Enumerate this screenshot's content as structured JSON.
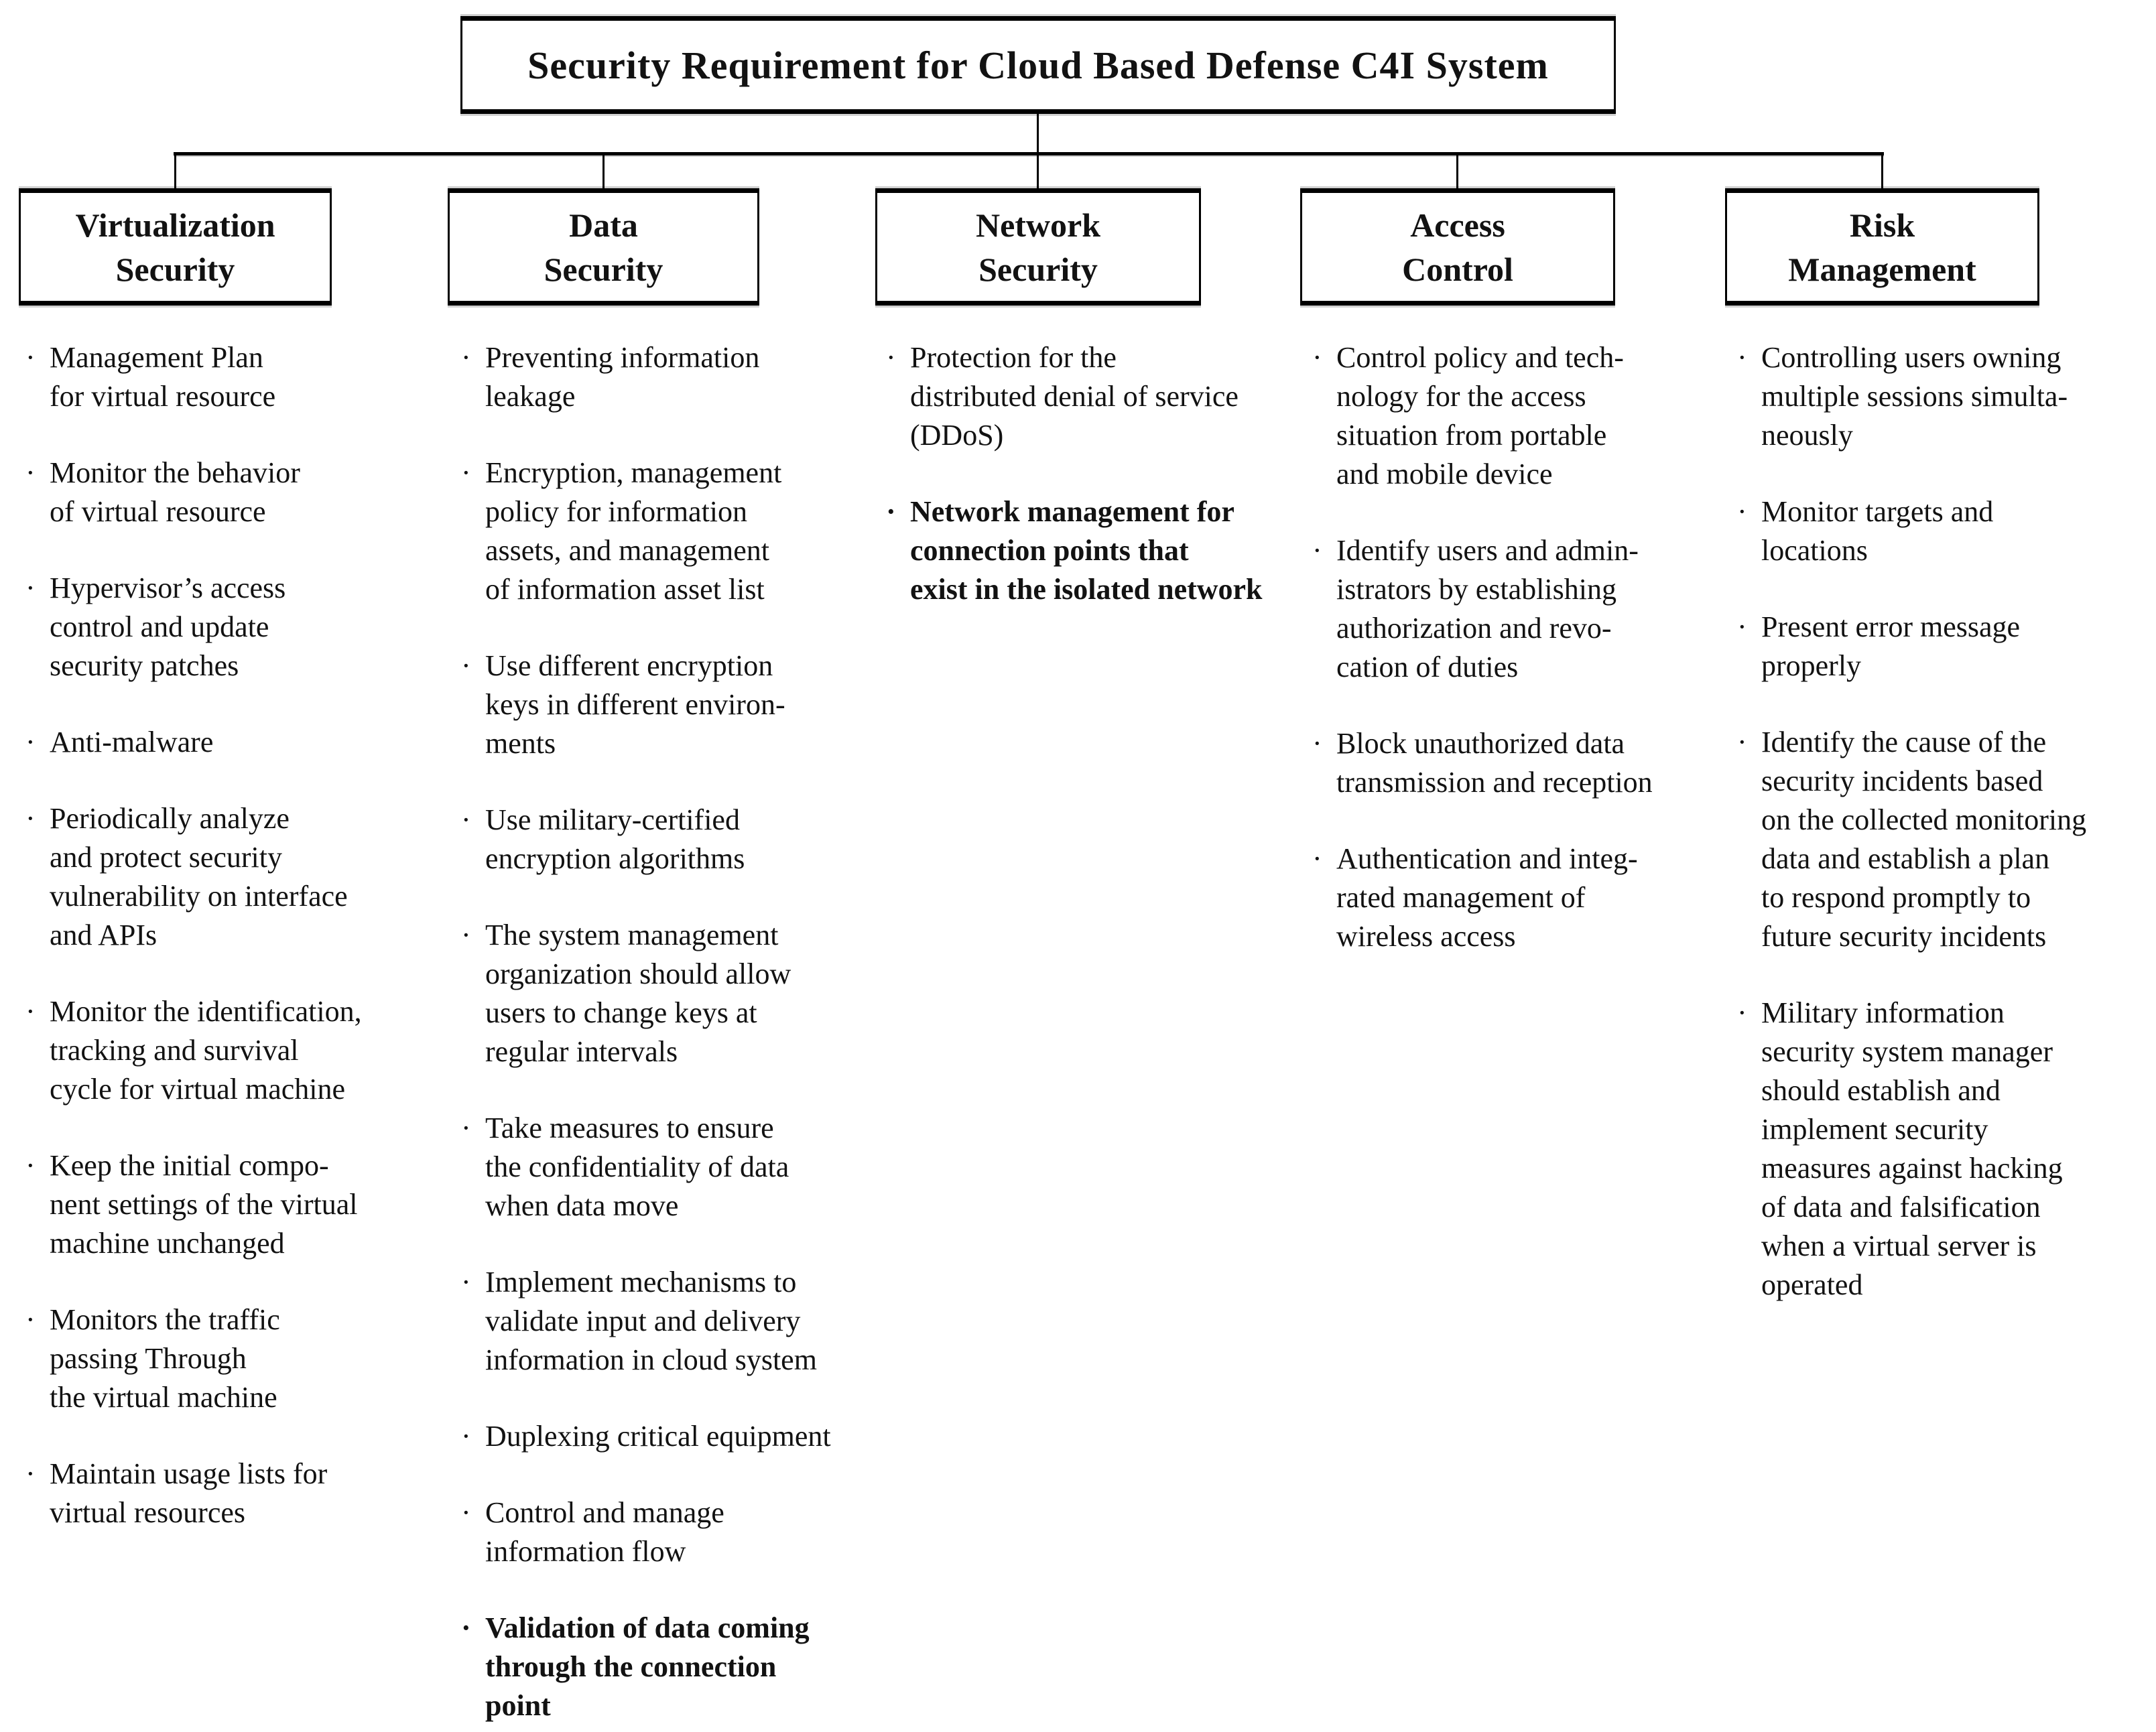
{
  "title": "Security Requirement for Cloud Based Defense C4I System",
  "bullet": "·",
  "columns": [
    {
      "id": "virtualization-security",
      "header": "Virtualization\nSecurity",
      "items": [
        {
          "text": "Management Plan\nfor virtual resource",
          "bold": false
        },
        {
          "text": "Monitor the behavior\nof virtual resource",
          "bold": false
        },
        {
          "text": "Hypervisor’s access\ncontrol and update\nsecurity patches",
          "bold": false
        },
        {
          "text": "Anti-malware",
          "bold": false
        },
        {
          "text": "Periodically analyze\nand protect security\nvulnerability on interface\nand APIs",
          "bold": false
        },
        {
          "text": "Monitor the identification,\ntracking and survival\ncycle for virtual machine",
          "bold": false
        },
        {
          "text": "Keep the initial compo-\nnent settings of the virtual\nmachine unchanged",
          "bold": false
        },
        {
          "text": "Monitors the traffic\npassing Through\nthe virtual machine",
          "bold": false
        },
        {
          "text": "Maintain usage lists for\nvirtual resources",
          "bold": false
        }
      ]
    },
    {
      "id": "data-security",
      "header": "Data\nSecurity",
      "items": [
        {
          "text": "Preventing information\nleakage",
          "bold": false
        },
        {
          "text": "Encryption, management\npolicy for information\nassets, and management\nof information asset list",
          "bold": false
        },
        {
          "text": "Use different encryption\nkeys in different environ-\nments",
          "bold": false
        },
        {
          "text": "Use military-certified\nencryption algorithms",
          "bold": false
        },
        {
          "text": "The system management\norganization should allow\nusers to change keys at\nregular intervals",
          "bold": false
        },
        {
          "text": "Take measures to ensure\nthe confidentiality of data\nwhen data move",
          "bold": false
        },
        {
          "text": "Implement mechanisms to\nvalidate input and delivery\ninformation in cloud system",
          "bold": false
        },
        {
          "text": "Duplexing critical equipment",
          "bold": false
        },
        {
          "text": "Control and manage\ninformation flow",
          "bold": false
        },
        {
          "text": "Validation of data coming\nthrough the connection\npoint",
          "bold": true
        }
      ]
    },
    {
      "id": "network-security",
      "header": "Network\nSecurity",
      "items": [
        {
          "text": "Protection for the\ndistributed denial of service\n(DDoS)",
          "bold": false
        },
        {
          "text": "Network management for\nconnection points that\nexist in the isolated network",
          "bold": true
        }
      ]
    },
    {
      "id": "access-control",
      "header": "Access\nControl",
      "items": [
        {
          "text": "Control policy and tech-\nnology for the access\nsituation from portable\nand mobile device",
          "bold": false
        },
        {
          "text": "Identify users and admin-\nistrators by establishing\nauthorization and revo-\ncation of duties",
          "bold": false
        },
        {
          "text": "Block unauthorized data\ntransmission and reception",
          "bold": false
        },
        {
          "text": "Authentication and integ-\nrated management of\nwireless access",
          "bold": false
        }
      ]
    },
    {
      "id": "risk-management",
      "header": "Risk\nManagement",
      "items": [
        {
          "text": "Controlling users owning\nmultiple sessions simulta-\nneously",
          "bold": false
        },
        {
          "text": "Monitor targets and\nlocations",
          "bold": false
        },
        {
          "text": "Present error message\nproperly",
          "bold": false
        },
        {
          "text": "Identify the cause of the\nsecurity incidents based\non the collected monitoring\ndata and establish a plan\nto respond promptly to\nfuture security incidents",
          "bold": false
        },
        {
          "text": "Military information\nsecurity system manager\nshould establish and\nimplement security\nmeasures against hacking\nof data and falsification\nwhen a virtual server is\noperated",
          "bold": false
        }
      ]
    }
  ]
}
